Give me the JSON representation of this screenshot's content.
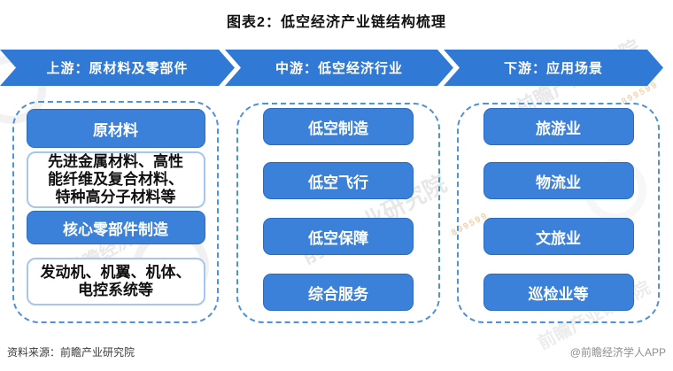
{
  "title": "图表2：低空经济产业链结构梳理",
  "banner": {
    "sections": [
      {
        "label": "上游：原材料及零部件"
      },
      {
        "label": "中游：低空经济行业"
      },
      {
        "label": "下游：应用场景"
      }
    ],
    "arrow_color": "#3079d4"
  },
  "columns": [
    {
      "name": "upstream",
      "boxes": [
        {
          "style": "solid",
          "label": "原材料"
        },
        {
          "style": "outline",
          "lines": [
            "先进金属材料、高性",
            "能纤维及复合材料、",
            "特种高分子材料等"
          ]
        },
        {
          "style": "solid",
          "label": "核心零部件制造"
        },
        {
          "style": "outline",
          "lines": [
            "发动机、机翼、机体、",
            "电控系统等"
          ]
        }
      ]
    },
    {
      "name": "midstream",
      "boxes": [
        {
          "style": "solid",
          "label": "低空制造"
        },
        {
          "style": "solid",
          "label": "低空飞行"
        },
        {
          "style": "solid",
          "label": "低空保障"
        },
        {
          "style": "solid",
          "label": "综合服务"
        }
      ]
    },
    {
      "name": "downstream",
      "boxes": [
        {
          "style": "solid",
          "label": "旅游业"
        },
        {
          "style": "solid",
          "label": "物流业"
        },
        {
          "style": "solid",
          "label": "文旅业"
        },
        {
          "style": "solid",
          "label": "巡检业等"
        }
      ]
    }
  ],
  "footer": {
    "source": "资料来源：前瞻产业研究院",
    "credit": "@前瞻经济学人APP"
  },
  "watermarks": [
    {
      "text": "前瞻产业研究院"
    },
    {
      "text": "前瞻产业研究院"
    },
    {
      "text": "前瞻经济学人"
    },
    {
      "text": "前瞻产业研究院"
    },
    {
      "text": "899599"
    },
    {
      "text": "899599"
    }
  ],
  "colors": {
    "banner_blue": "#3079d4",
    "box_blue": "#3b80d9",
    "box_blue_border": "#2b6cc3",
    "dashed_border_blue": "#4b92e0",
    "outline_box_border": "#a5c7ee"
  }
}
